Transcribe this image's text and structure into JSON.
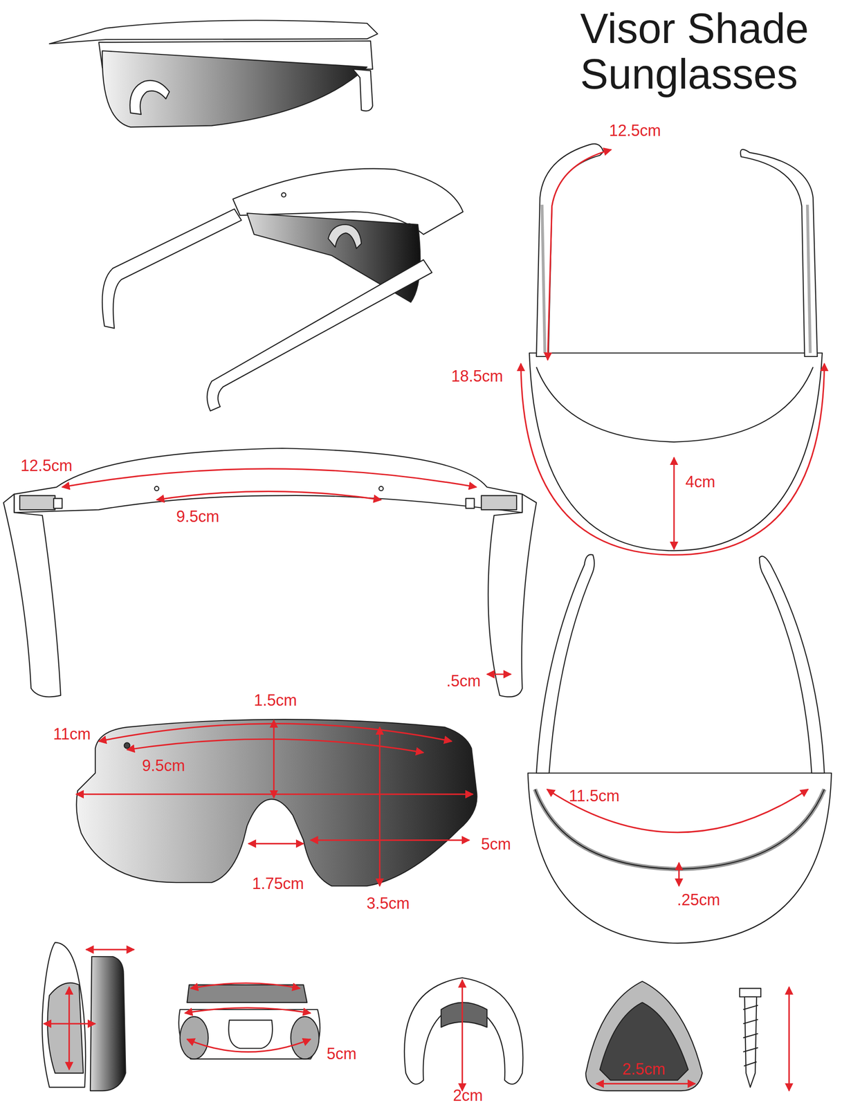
{
  "diagram": {
    "title": "Visor Shade Sunglasses",
    "labels": [
      "12.5cm",
      "18.5cm",
      "4cm",
      "12.5cm",
      "9.5cm",
      ".5cm",
      "1.5cm",
      "11cm",
      "9.5cm",
      "1.75cm",
      "5cm",
      "3.5cm",
      "11.5cm",
      ".25cm",
      "5cm",
      "2cm",
      "2.5cm"
    ]
  }
}
